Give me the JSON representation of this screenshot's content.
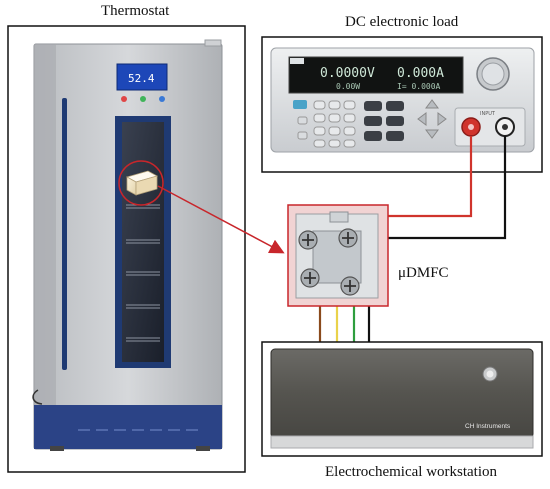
{
  "labels": {
    "thermostat": "Thermostat",
    "dc_load": "DC electronic load",
    "udmfc": "μDMFC",
    "workstation": "Electrochemical workstation"
  },
  "thermostat_display": "52.4",
  "dc_load_display": {
    "voltage": "0.0000V",
    "current": "0.000A",
    "power": "0.00W",
    "set": "I= 0.000A",
    "input_label": "INPUT"
  },
  "workstation_brand": "CH Instruments",
  "wire_colors": {
    "red": "#d0342c",
    "black": "#111111",
    "brown": "#8a4a1c",
    "yellow": "#e9d24a",
    "green": "#2e9e3e"
  },
  "accent_colors": {
    "highlight_red": "#c8262b",
    "thermostat_frame": "#1f3a73",
    "udmfc_box": "#f1d3d3"
  }
}
